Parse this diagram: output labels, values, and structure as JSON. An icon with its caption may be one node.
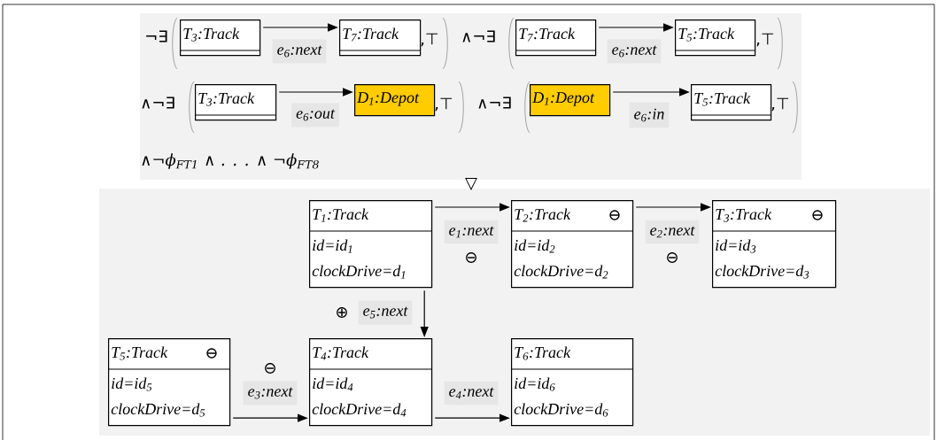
{
  "diagram": {
    "nodes": [
      {
        "text": [
          "T$_{3}$:Track"
        ]
      },
      {
        "text": [
          "T$_{7}$:Track"
        ]
      },
      {
        "text": [
          "T$_{7}$:Track"
        ]
      },
      {
        "text": [
          "T$_{5}$:Track"
        ]
      },
      {
        "text": [
          "T$_{3}$:Track"
        ]
      },
      {
        "text": [
          "D$_{1}$:Depot"
        ]
      },
      {
        "text": [
          "D$_{1}$:Depot"
        ]
      },
      {
        "text": [
          "T$_{5}$:Track"
        ]
      },
      {
        "text": [
          "T$_{1}$:Track",
          "id=id$_{1}$",
          "clockDrive=d$_{1}$"
        ]
      },
      {
        "text": [
          "T$_{2}$:Track",
          "⊖",
          "id=id$_{2}$",
          "clockDrive=d$_{2}$"
        ]
      },
      {
        "text": [
          "T$_{3}$:Track",
          "⊖",
          "id=id$_{3}$",
          "clockDrive=d$_{3}$"
        ]
      },
      {
        "text": [
          "T$_{5}$:Track",
          "⊖",
          "id=id$_{5}$",
          "clockDrive=d$_{5}$"
        ]
      },
      {
        "text": [
          "T$_{4}$:Track",
          "id=id$_{4}$",
          "clockDrive=d$_{4}$"
        ]
      },
      {
        "text": [
          "T$_{6}$:Track",
          "id=id$_{6}$",
          "clockDrive=d$_{6}$"
        ]
      }
    ],
    "edges": [
      {
        "from": 0,
        "to": 1,
        "arrow": "to",
        "label": "e$_{6}$:next"
      },
      {
        "from": 2,
        "to": 3,
        "arrow": "to",
        "label": "e$_{6}$:next"
      },
      {
        "from": 4,
        "to": 5,
        "arrow": "to",
        "label": "e$_{6}$:out"
      },
      {
        "from": 6,
        "to": 7,
        "arrow": "to",
        "label": "e$_{6}$:in"
      },
      {
        "from": 8,
        "to": 9,
        "arrow": "to",
        "label": "e$_{1}$:next"
      },
      {
        "from": 9,
        "to": 10,
        "arrow": "to",
        "label": "e$_{2}$:next"
      },
      {
        "from": 8,
        "to": 12,
        "arrow": "to",
        "label": "e$_{5}$:next"
      },
      {
        "from": 11,
        "to": 12,
        "arrow": "to",
        "label": "e$_{3}$:next"
      },
      {
        "from": 12,
        "to": 13,
        "arrow": "to",
        "label": "e$_{4}$:next"
      }
    ],
    "labels": [
      "¬∃",
      ",⊤",
      "∧¬∃",
      ",⊤",
      "∧¬∃",
      ",⊤",
      "∧¬∃",
      ",⊤",
      "∧¬ϕ$_{FT1}$ ∧ . . . ∧ ¬ϕ$_{FT8}$",
      "▽",
      "⊖",
      "⊖",
      "⊕",
      "⊖"
    ]
  }
}
